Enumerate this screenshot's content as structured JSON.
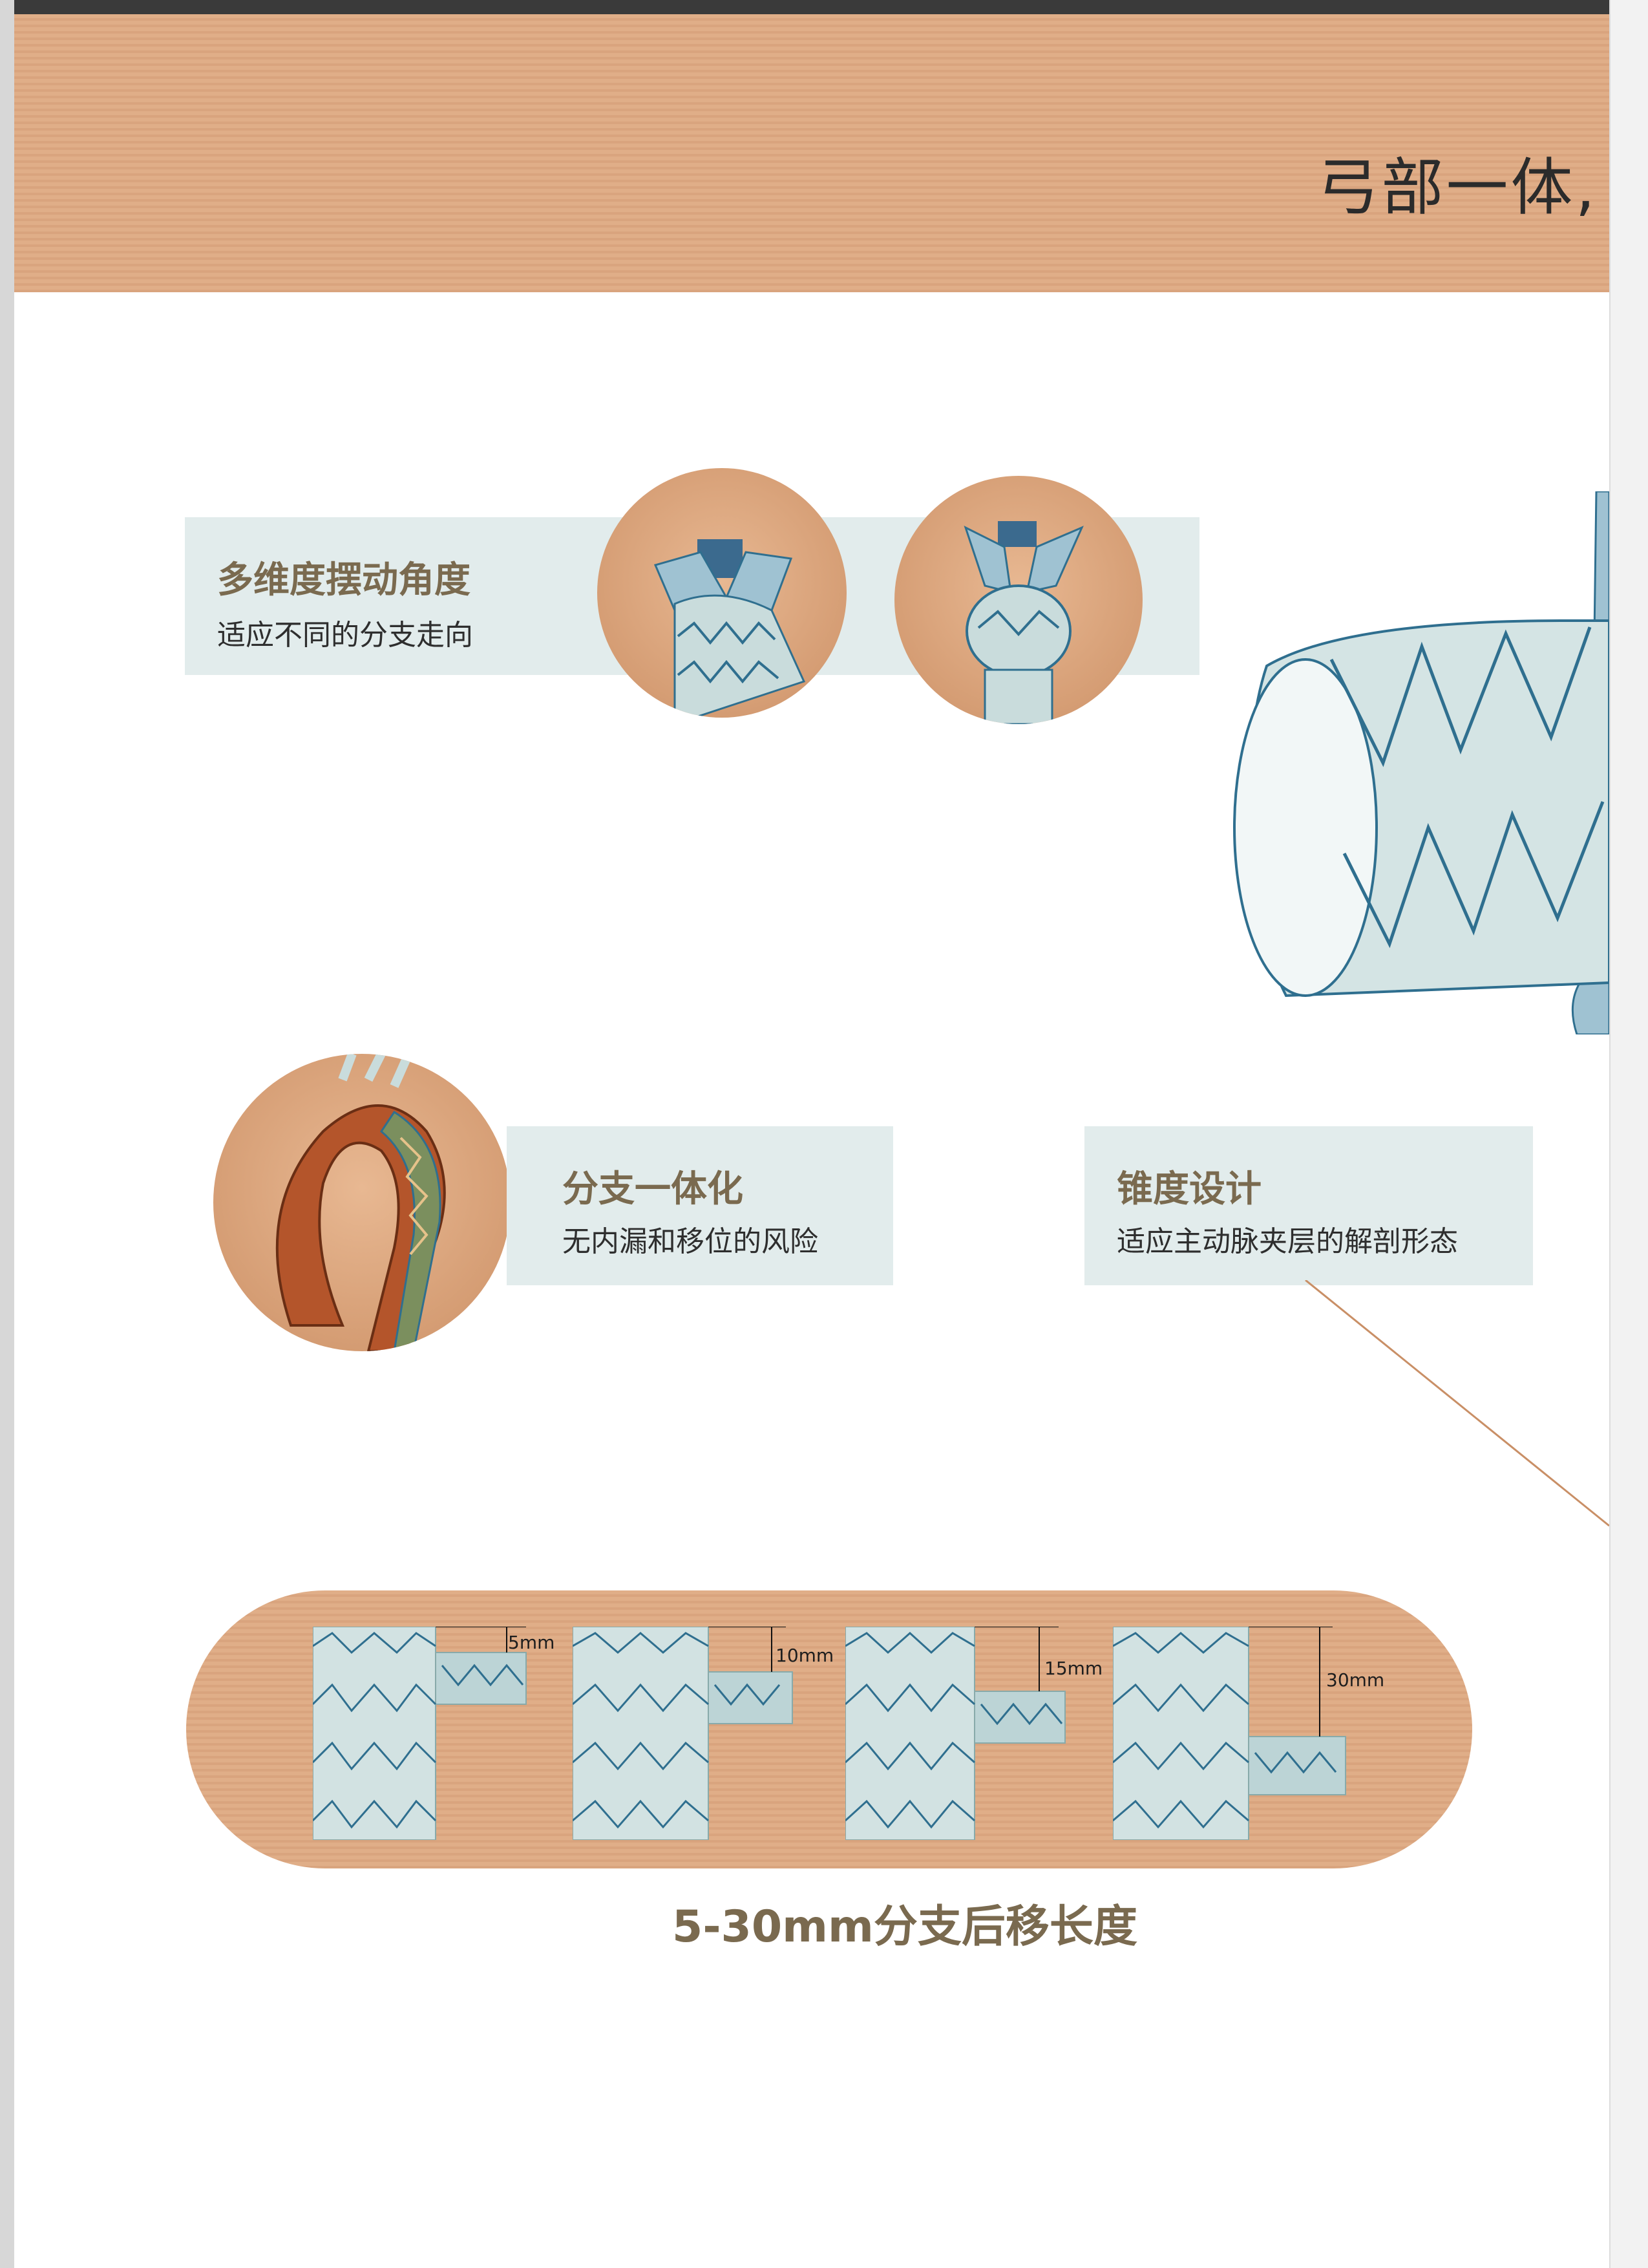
{
  "header": {
    "title": "弓部一体,"
  },
  "feature_swing": {
    "title": "多维度摆动角度",
    "subtitle": "适应不同的分支走向"
  },
  "feature_integration": {
    "title": "分支一体化",
    "subtitle": "无内漏和移位的风险"
  },
  "feature_taper": {
    "title": "锥度设计",
    "subtitle": "适应主动脉夹层的解剖形态"
  },
  "branch_offsets": [
    {
      "label": "5mm"
    },
    {
      "label": "10mm"
    },
    {
      "label": "15mm"
    },
    {
      "label": "30mm"
    }
  ],
  "caption": "5-30mm分支后移长度",
  "colors": {
    "band": "#dca882",
    "info_box": "#e2ecec",
    "title_text": "#7a6a4f",
    "stent_wire": "#2f6f8f",
    "stent_fabric": "#c9dcdc"
  }
}
